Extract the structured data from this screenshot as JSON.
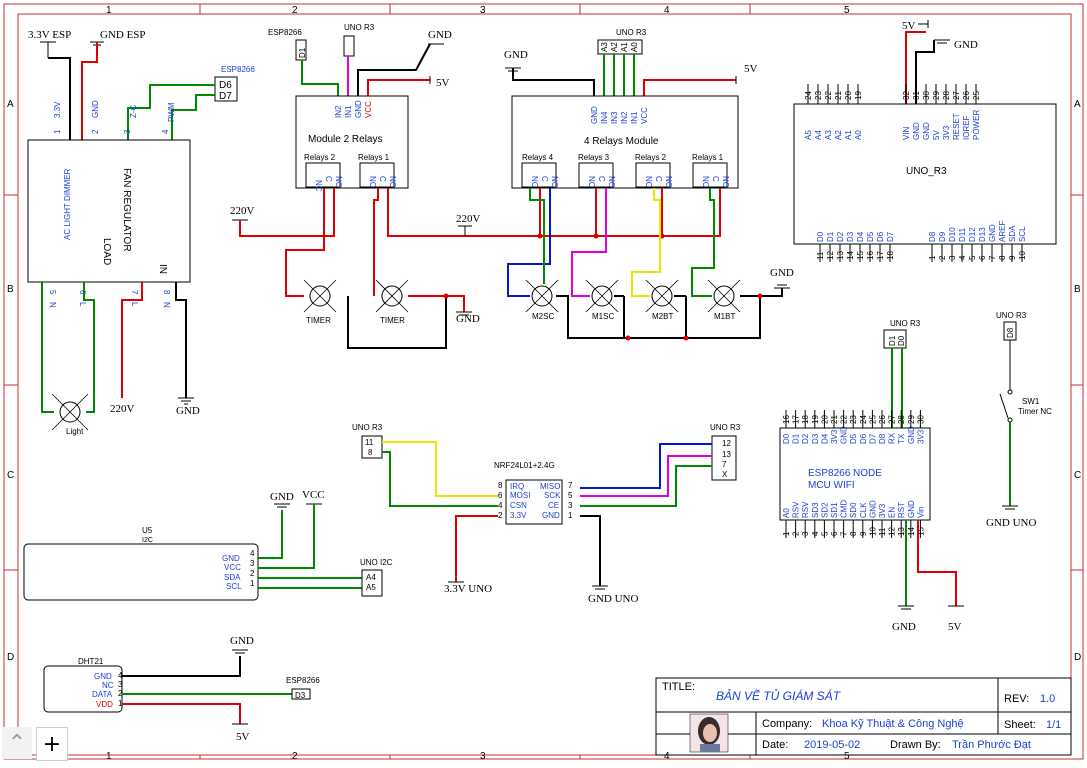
{
  "frame": {
    "cols": [
      "1",
      "2",
      "3",
      "4",
      "5"
    ],
    "rows": [
      "A",
      "B",
      "C",
      "D"
    ]
  },
  "fan": {
    "title": "FAN REGULATOR",
    "dimmer": "AC LIGHT DIMMER",
    "load": "LOAD",
    "in": "IN",
    "pins_top": [
      "1",
      "3.3V",
      "2",
      "GND",
      "3",
      "Z-C",
      "4",
      "PWM"
    ],
    "pins_bottom": [
      "5",
      "N",
      "6",
      "L",
      "7",
      "L",
      "8",
      "N"
    ],
    "pwr_3v3": "3.3V ESP",
    "pwr_gnd": "GND ESP",
    "esp_tag": "ESP8266",
    "esp_pins": [
      "D6",
      "D7"
    ],
    "v220": "220V",
    "gnd": "GND",
    "light": "Light"
  },
  "relay2": {
    "esp_tag": "ESP8266",
    "esp_pin": "D1",
    "uno_tag": "UNO R3",
    "gnd": "GND",
    "v5": "5V",
    "pins": [
      "IN2",
      "IN1",
      "GND",
      "VCC"
    ],
    "title": "Module  2 Relays",
    "relays": [
      "Relays 2",
      "Relays 1"
    ],
    "contacts": [
      "NC",
      "C",
      "NO"
    ],
    "v220": "220V",
    "timer": "TIMER",
    "gnd2": "GND"
  },
  "relay4": {
    "gnd": "GND",
    "uno_tag": "UNO R3",
    "uno_pins": [
      "A3",
      "A2",
      "A1",
      "A0"
    ],
    "v5": "5V",
    "pins": [
      "GND",
      "IN4",
      "IN3",
      "IN2",
      "IN1",
      "VCC"
    ],
    "title": "4 Relays Module",
    "relays": [
      "Relays 4",
      "Relays 3",
      "Relays 2",
      "Relays 1"
    ],
    "contacts": [
      "NC",
      "C",
      "NO"
    ],
    "lamps": [
      "M2SC",
      "M1SC",
      "M2BT",
      "M1BT"
    ],
    "gnd2": "GND"
  },
  "uno": {
    "v5": "5V",
    "gnd": "GND",
    "name": "UNO_R3",
    "top_labels": [
      "A5",
      "A4",
      "A3",
      "A2",
      "A1",
      "A0",
      "VIN",
      "GND",
      "GND",
      "5V",
      "3V3",
      "RESET",
      "IOREF",
      "POWER"
    ],
    "top_nums": [
      "24",
      "23",
      "22",
      "21",
      "20",
      "19",
      "32",
      "31",
      "30",
      "29",
      "28",
      "27",
      "26",
      "25"
    ],
    "bot_labels": [
      "D0",
      "D1",
      "D2",
      "D3",
      "D4",
      "D5",
      "D6",
      "D7",
      "D8",
      "D9",
      "D10",
      "D11",
      "D12",
      "D13",
      "GND",
      "AREF",
      "SDA",
      "SCL"
    ],
    "bot_nums": [
      "11",
      "12",
      "13",
      "14",
      "15",
      "16",
      "17",
      "18",
      "1",
      "2",
      "3",
      "4",
      "5",
      "6",
      "7",
      "8",
      "9",
      "10"
    ]
  },
  "nrf": {
    "uno_tag": "UNO R3",
    "uno_left": [
      "11",
      "8"
    ],
    "uno_right_tag": "UNO R3",
    "uno_right": [
      "12",
      "13",
      "7",
      "X"
    ],
    "name": "NRF24L01+2.4G",
    "left_pins": [
      "8",
      "IRQ",
      "6",
      "MOSI",
      "4",
      "CSN",
      "2",
      "3.3V"
    ],
    "right_pins": [
      "MISO",
      "7",
      "SCK",
      "5",
      "CE",
      "3",
      "GND",
      "1"
    ],
    "v33": "3.3V UNO",
    "gnd": "GND UNO"
  },
  "esp": {
    "tag": "UNO R3",
    "uno_pins": [
      "D1",
      "D0"
    ],
    "name1": "ESP8266 NODE",
    "name2": "MCU WIFI",
    "top_labels": [
      "D0",
      "D1",
      "D2",
      "D3",
      "D4",
      "3V3",
      "GND",
      "D5",
      "D6",
      "D7",
      "D8",
      "RX",
      "TX",
      "GND",
      "3V3"
    ],
    "top_nums": [
      "16",
      "17",
      "18",
      "19",
      "20",
      "21",
      "22",
      "23",
      "24",
      "25",
      "26",
      "27",
      "28",
      "29",
      "30"
    ],
    "bot_labels": [
      "A0",
      "RSV",
      "RSV",
      "SD3",
      "SD2",
      "SD1",
      "CMD",
      "SD0",
      "CLK",
      "GND",
      "3V3",
      "EN",
      "RST",
      "GND",
      "Vin"
    ],
    "bot_nums": [
      "1",
      "2",
      "3",
      "4",
      "5",
      "6",
      "7",
      "8",
      "9",
      "10",
      "11",
      "12",
      "13",
      "14",
      "15"
    ],
    "gnd": "GND",
    "v5": "5V"
  },
  "sw": {
    "tag": "UNO R3",
    "pin": "D8",
    "name": "SW1",
    "desc": "Timer NC",
    "gnd": "GND UNO"
  },
  "lcd": {
    "name": "U5",
    "sub": "I2C",
    "pins": [
      "GND",
      "VCC",
      "SDA",
      "SCL"
    ],
    "nums": [
      "4",
      "3",
      "2",
      "1"
    ],
    "gnd": "GND",
    "vcc": "VCC",
    "tag": "UNO I2C",
    "uno_pins": [
      "A4",
      "A5"
    ]
  },
  "dht": {
    "name": "DHT21",
    "pins": [
      "GND",
      "NC",
      "DATA",
      "VDD"
    ],
    "nums": [
      "4",
      "3",
      "2",
      "1"
    ],
    "gnd": "GND",
    "v5": "5V",
    "esp_tag": "ESP8266",
    "esp_pin": "D3"
  },
  "titleblock": {
    "title_label": "TITLE:",
    "title": "BẢN VẼ TỦ GIÁM SÁT",
    "rev_label": "REV:",
    "rev": "1.0",
    "company_label": "Company:",
    "company": "Khoa Kỹ Thuật & Công Nghệ",
    "sheet_label": "Sheet:",
    "sheet": "1/1",
    "date_label": "Date:",
    "date": "2019-05-02",
    "drawn_label": "Drawn By:",
    "drawn": "Trần Phước Đạt"
  },
  "colors": {
    "wire_black": "#000000",
    "wire_red": "#e00000",
    "wire_green": "#008a00",
    "wire_blue": "#0018d0",
    "wire_magenta": "#e000e0",
    "wire_yellow": "#e8e800",
    "frame": "#c03030",
    "pin_text": "#1a3fd6"
  },
  "icons": [
    "arrow-up-icon",
    "plus-icon"
  ]
}
